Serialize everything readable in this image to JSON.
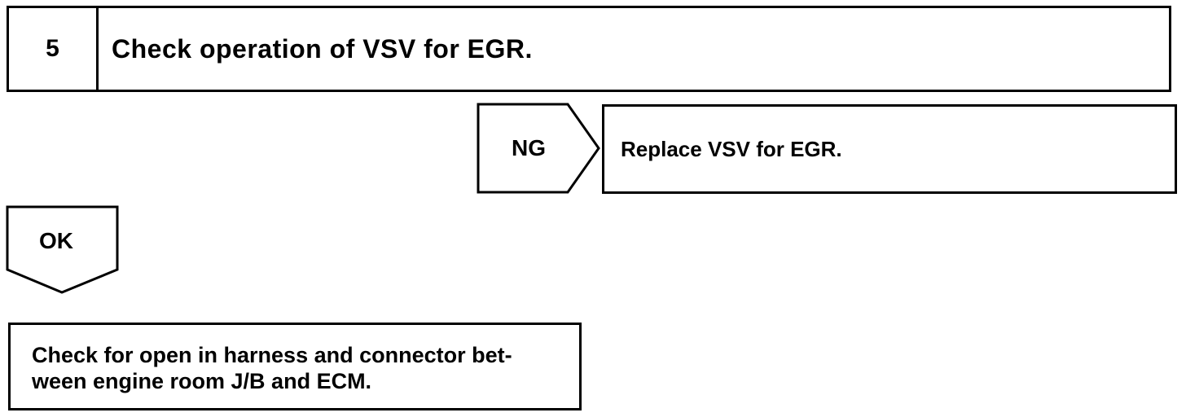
{
  "step": {
    "number": "5",
    "title": "Check operation of VSV for EGR."
  },
  "ng_branch": {
    "label": "NG",
    "action": "Replace VSV for EGR."
  },
  "ok_branch": {
    "label": "OK"
  },
  "next_step": {
    "lines": [
      "Check for open in harness and connector bet-",
      "ween engine room J/B and ECM."
    ]
  },
  "colors": {
    "stroke": "#000000",
    "background": "#ffffff"
  }
}
